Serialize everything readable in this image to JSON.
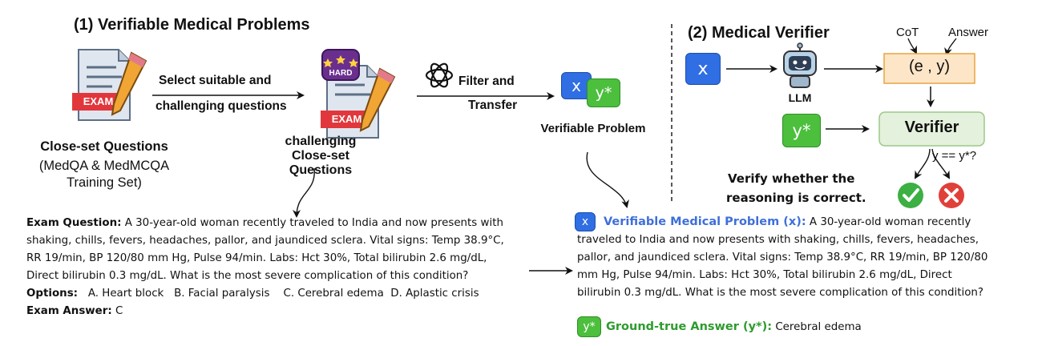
{
  "section1": {
    "title": "(1) Verifiable Medical Problems",
    "exam_icon_text": "EXAM",
    "hard_badge_text": "HARD",
    "closeset_title": "Close-set Questions",
    "closeset_sub1": "(MedQA & MedMCQA",
    "closeset_sub2": "Training Set)",
    "select_line1": "Select suitable and",
    "select_line2": "challenging questions",
    "challenging_line1": "challenging",
    "challenging_line2": "Close-set Questions",
    "filter_line1": "Filter and",
    "filter_line2": "Transfer",
    "verifiable_problem": "Verifiable Problem"
  },
  "section2": {
    "title": "(2) Medical Verifier",
    "cot_label": "CoT",
    "answer_label": "Answer",
    "ey_box": "(e , y)",
    "llm_label": "LLM",
    "verifier_label": "Verifier",
    "compare": "y == y*?",
    "verify_line1": "Verify whether the",
    "verify_line2": "reasoning is correct."
  },
  "bubbles": {
    "x": "x",
    "y": "y*"
  },
  "exam": {
    "q_label": "Exam Question:",
    "q_line1": "A 30-year-old woman recently traveled to India and now presents with",
    "q_line2": "shaking, chills, fevers, headaches, pallor, and jaundiced sclera. Vital signs: Temp 38.9°C,",
    "q_line3": "RR 19/min, BP 120/80 mm Hg, Pulse 94/min. Labs: Hct 30%, Total bilirubin 2.6 mg/dL,",
    "q_line4": "Direct bilirubin 0.3 mg/dL. What is the most severe complication of this condition?",
    "options_label": "Options:",
    "options_text": "A. Heart block   B. Facial paralysis    C. Cerebral edema  D. Aplastic crisis",
    "answer_label": "Exam Answer:",
    "answer_value": "C"
  },
  "problem": {
    "label": "Verifiable Medical Problem (x):",
    "line1_rest": "A 30-year-old woman recently",
    "line2": "traveled to India and now presents with shaking, chills, fevers, headaches,",
    "line3": "pallor, and jaundiced sclera. Vital signs: Temp 38.9°C, RR 19/min, BP 120/80",
    "line4": "mm Hg, Pulse 94/min. Labs: Hct 30%, Total bilirubin 2.6 mg/dL, Direct",
    "line5": "bilirubin 0.3 mg/dL. What is the most severe complication of this condition?",
    "gt_label": "Ground-true Answer (y*):",
    "gt_value": "Cerebral edema"
  },
  "colors": {
    "bubble_blue": "#2f6ee3",
    "bubble_green": "#4cbf3d",
    "ey_fill": "#fde6c7",
    "ey_border": "#e9a341",
    "verifier_fill": "#e4f1dc",
    "verifier_border": "#9cc98a",
    "check": "#3cb043",
    "cross": "#e0403a"
  },
  "icons": [
    "exam-document-icon",
    "hard-exam-document-icon",
    "openai-logo-icon",
    "robot-llm-icon",
    "check-circle-icon",
    "cross-circle-icon"
  ]
}
